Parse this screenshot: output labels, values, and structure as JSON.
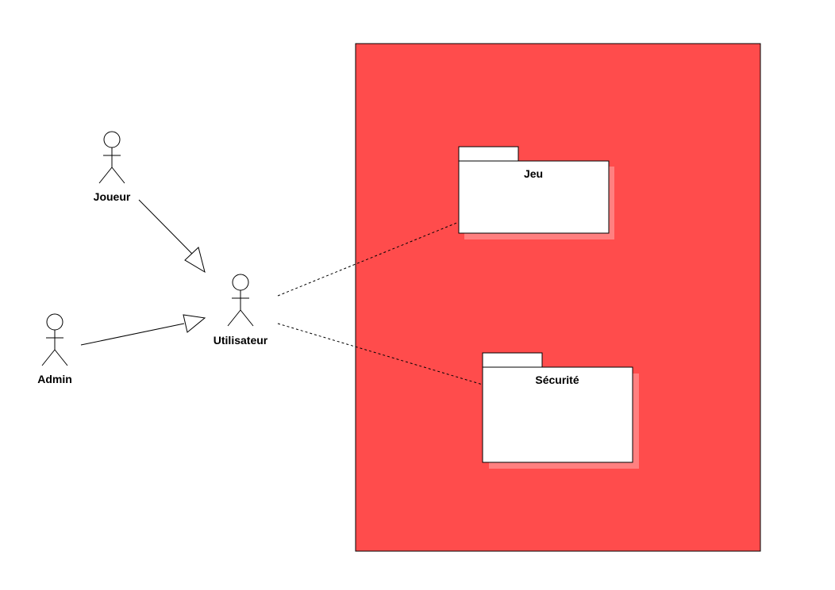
{
  "diagram": {
    "actors": {
      "joueur": {
        "label": "Joueur"
      },
      "admin": {
        "label": "Admin"
      },
      "utilisateur": {
        "label": "Utilisateur"
      }
    },
    "packages": {
      "jeu": {
        "label": "Jeu"
      },
      "securite": {
        "label": "Sécurité"
      }
    },
    "colors": {
      "system_fill": "#ff4c4c",
      "package_fill": "#ffffff",
      "package_shadow": "#ff8080",
      "stroke": "#000000"
    }
  }
}
